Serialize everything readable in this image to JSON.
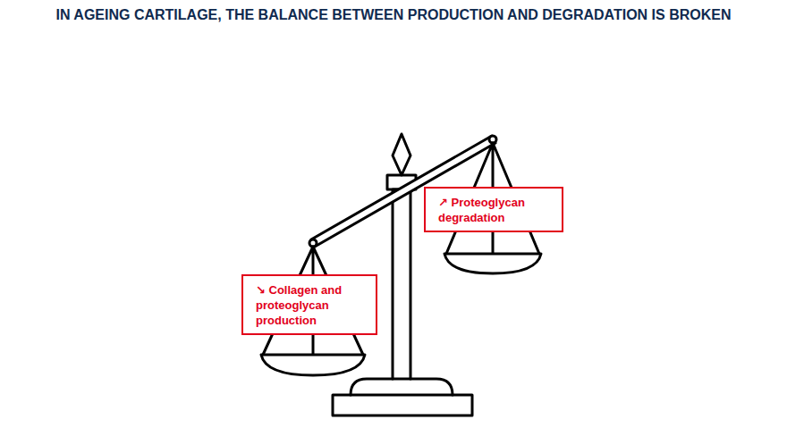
{
  "diagram": {
    "title": "IN AGEING CARTILAGE, THE BALANCE BETWEEN PRODUCTION AND DEGRADATION IS BROKEN",
    "nodes": [
      {
        "text": [
          "↗ Proteoglycan degradation"
        ]
      },
      {
        "text": [
          "↘ Collagen and proteoglycan production"
        ]
      }
    ]
  }
}
